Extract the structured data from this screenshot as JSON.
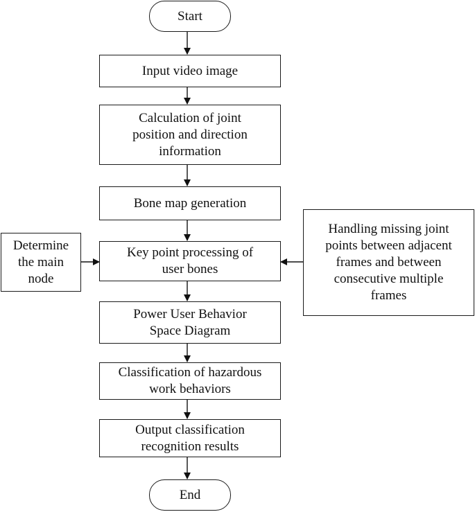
{
  "flowchart": {
    "start": "Start",
    "steps": [
      "Input video image",
      "Calculation of joint\nposition and direction\ninformation",
      "Bone map generation",
      "Key point processing of\nuser bones",
      "Power User Behavior\nSpace Diagram",
      "Classification of hazardous\nwork behaviors",
      "Output classification\nrecognition results"
    ],
    "end": "End",
    "side_left": "Determine\nthe main\nnode",
    "side_right": "Handling missing joint\npoints between adjacent\nframes and between\nconsecutive multiple\nframes"
  }
}
